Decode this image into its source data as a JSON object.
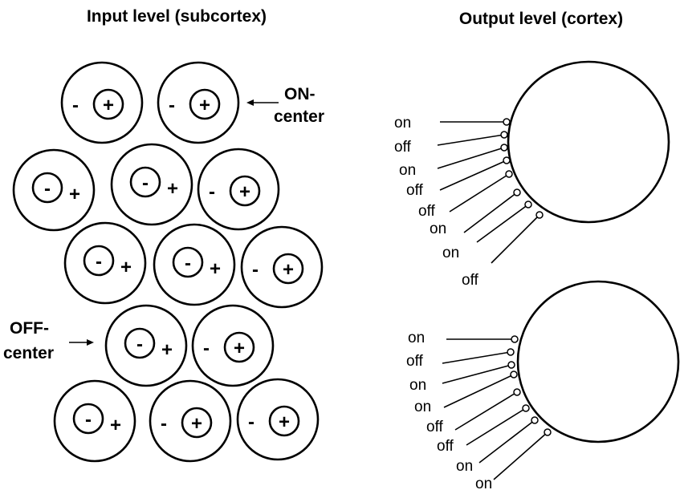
{
  "titles": {
    "input": "Input level (subcortex)",
    "output": "Output level (cortex)"
  },
  "callouts": {
    "on_line1": "ON-",
    "on_line2": "center",
    "off_line1": "OFF-",
    "off_line2": "center"
  },
  "receptive_fields": [
    {
      "type": "on"
    },
    {
      "type": "on"
    },
    {
      "type": "off"
    },
    {
      "type": "off"
    },
    {
      "type": "on"
    },
    {
      "type": "off"
    },
    {
      "type": "off"
    },
    {
      "type": "on"
    },
    {
      "type": "off"
    },
    {
      "type": "on"
    },
    {
      "type": "off"
    },
    {
      "type": "on"
    },
    {
      "type": "on"
    }
  ],
  "signs": {
    "plus": "+",
    "minus": "-"
  },
  "neurons": [
    {
      "inputs": [
        "on",
        "off",
        "on",
        "off",
        "off",
        "on",
        "on",
        "off"
      ]
    },
    {
      "inputs": [
        "on",
        "off",
        "on",
        "on",
        "off",
        "off",
        "on",
        "on"
      ]
    }
  ]
}
